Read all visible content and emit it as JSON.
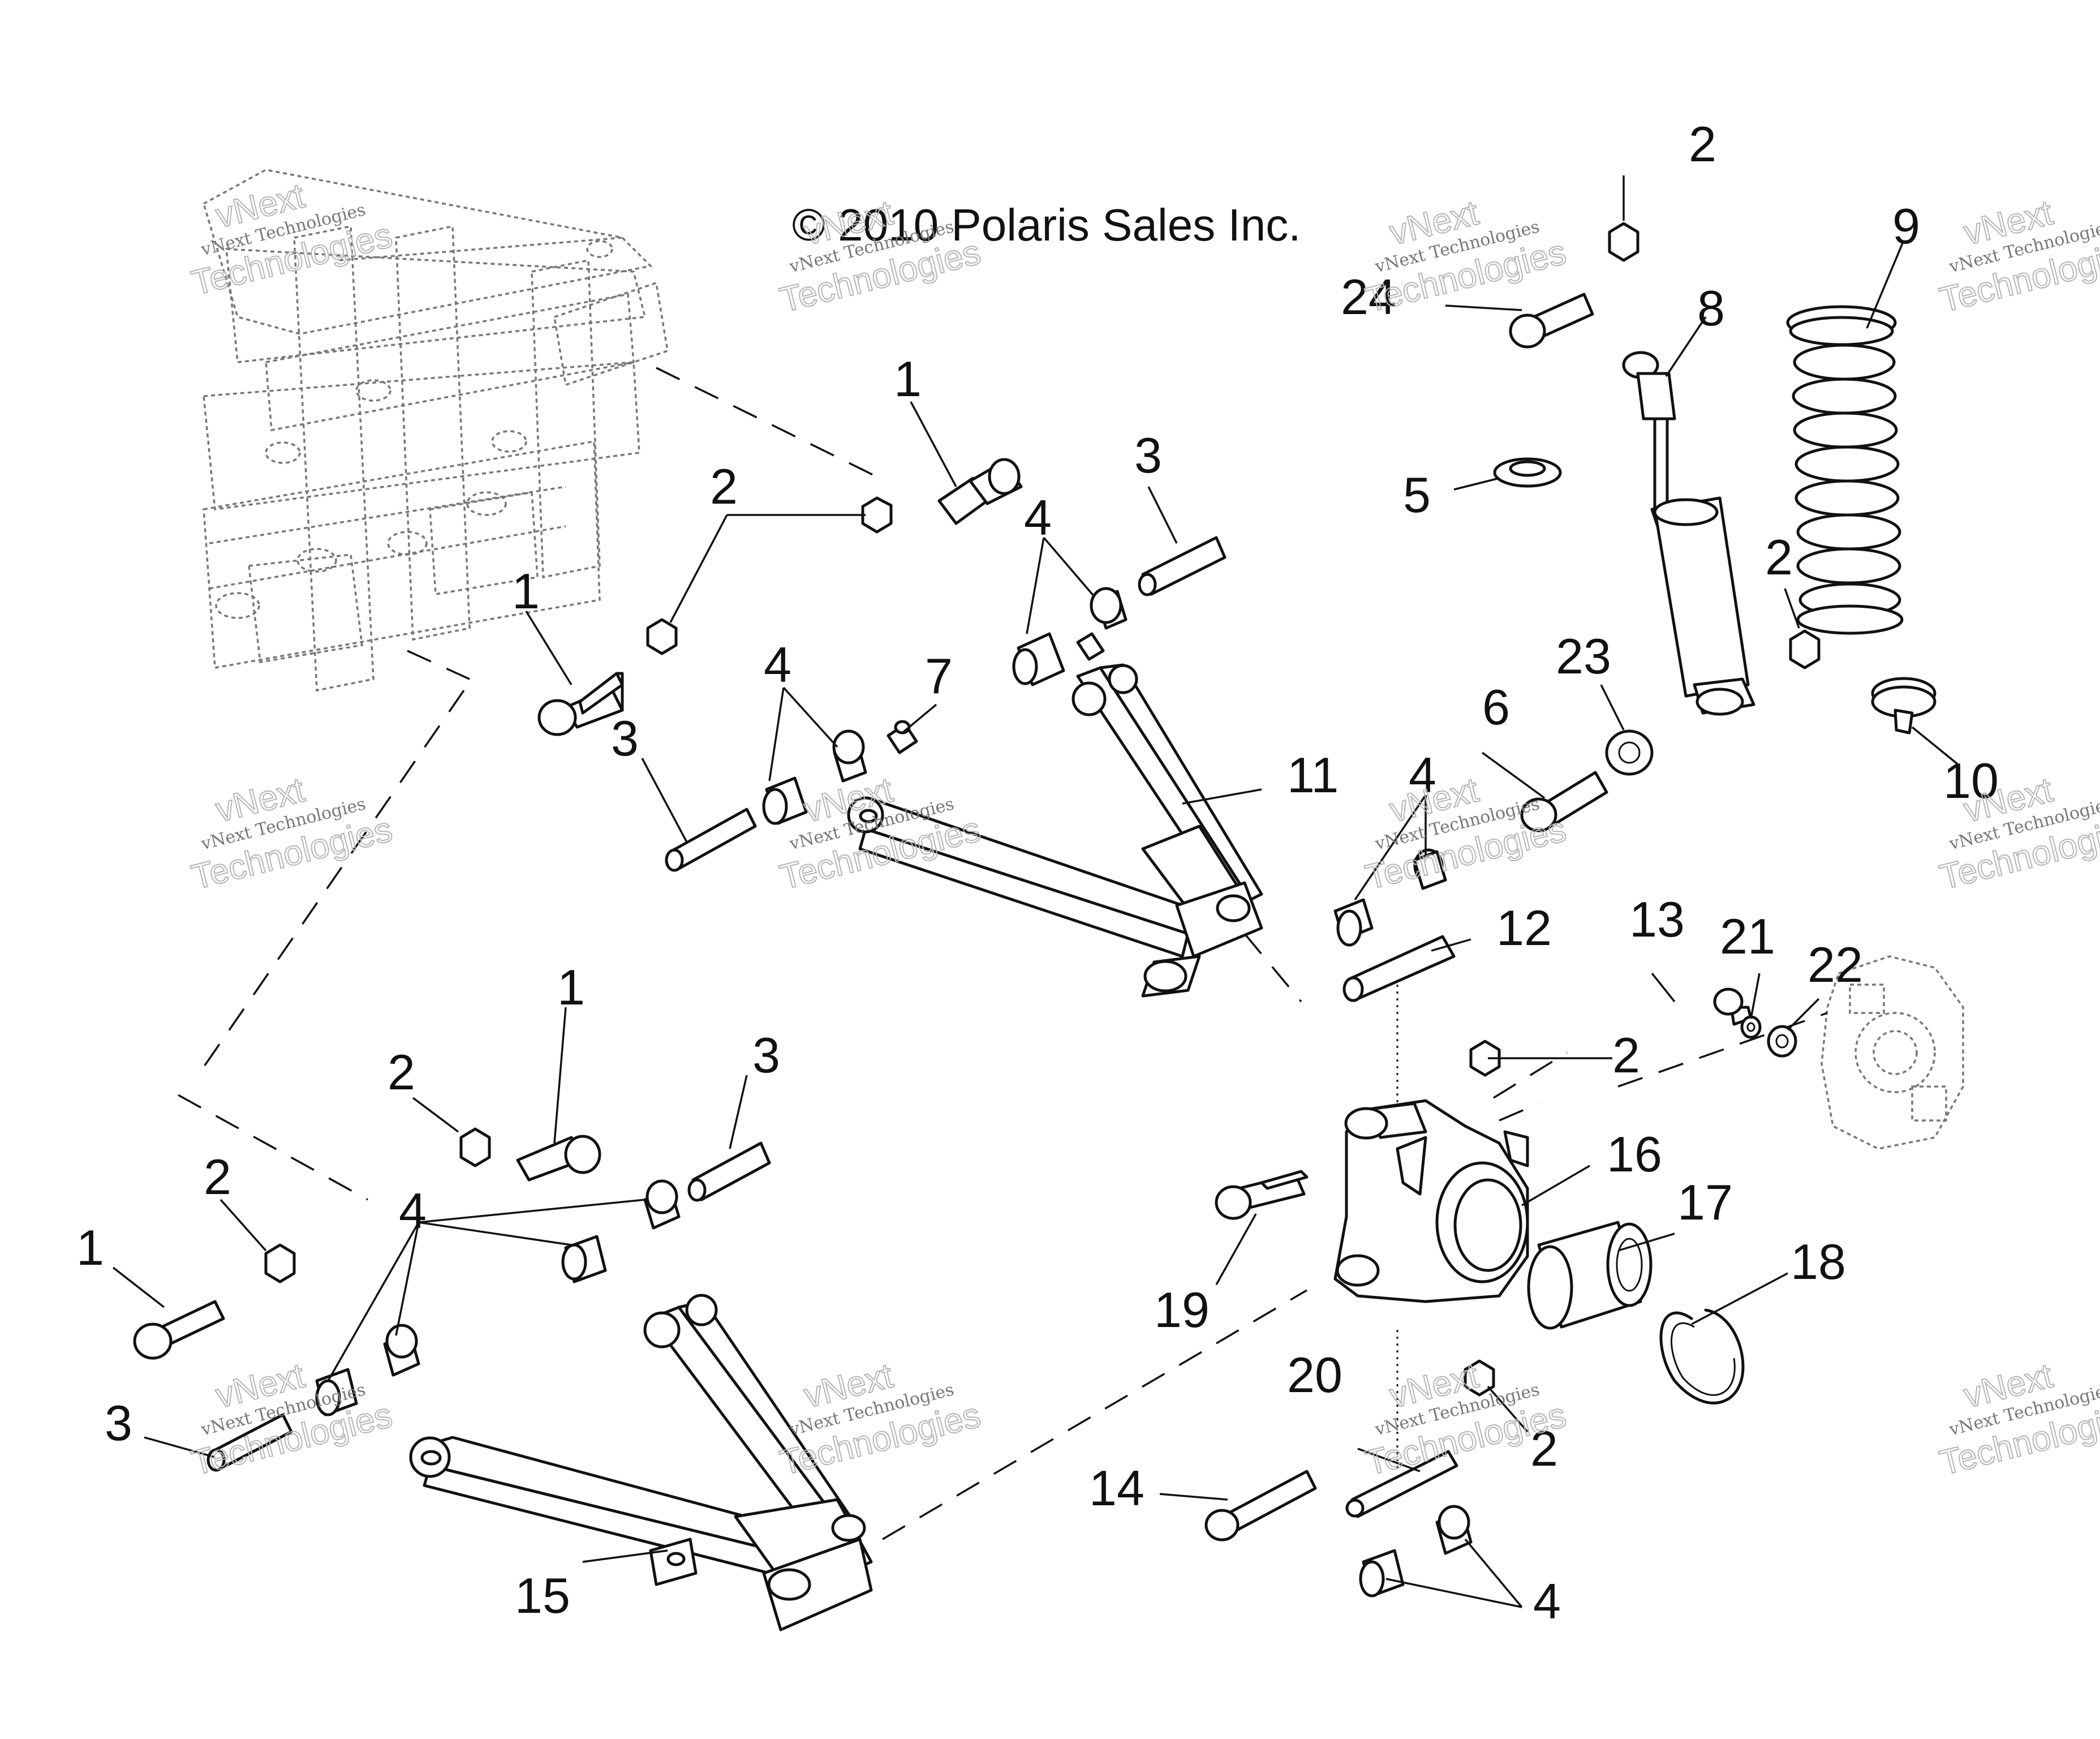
{
  "copyright": "© 2010 Polaris Sales Inc.",
  "watermark": {
    "line1": "vNext Technologies",
    "line2": "vNext",
    "line3": "Technologies"
  },
  "callouts": {
    "c1a": "1",
    "c1b": "1",
    "c1c": "1",
    "c1d": "1",
    "c2a": "2",
    "c2b": "2",
    "c2c": "2",
    "c2d": "2",
    "c2e": "2",
    "c2f": "2",
    "c2g": "2",
    "c3a": "3",
    "c3b": "3",
    "c3c": "3",
    "c3d": "3",
    "c4a": "4",
    "c4b": "4",
    "c4c": "4",
    "c4d": "4",
    "c4e": "4",
    "c5": "5",
    "c6": "6",
    "c7": "7",
    "c8": "8",
    "c9": "9",
    "c10": "10",
    "c11": "11",
    "c12": "12",
    "c13": "13",
    "c14": "14",
    "c15": "15",
    "c16": "16",
    "c17": "17",
    "c18": "18",
    "c19": "19",
    "c20": "20",
    "c21": "21",
    "c22": "22",
    "c23": "23",
    "c24": "24"
  }
}
